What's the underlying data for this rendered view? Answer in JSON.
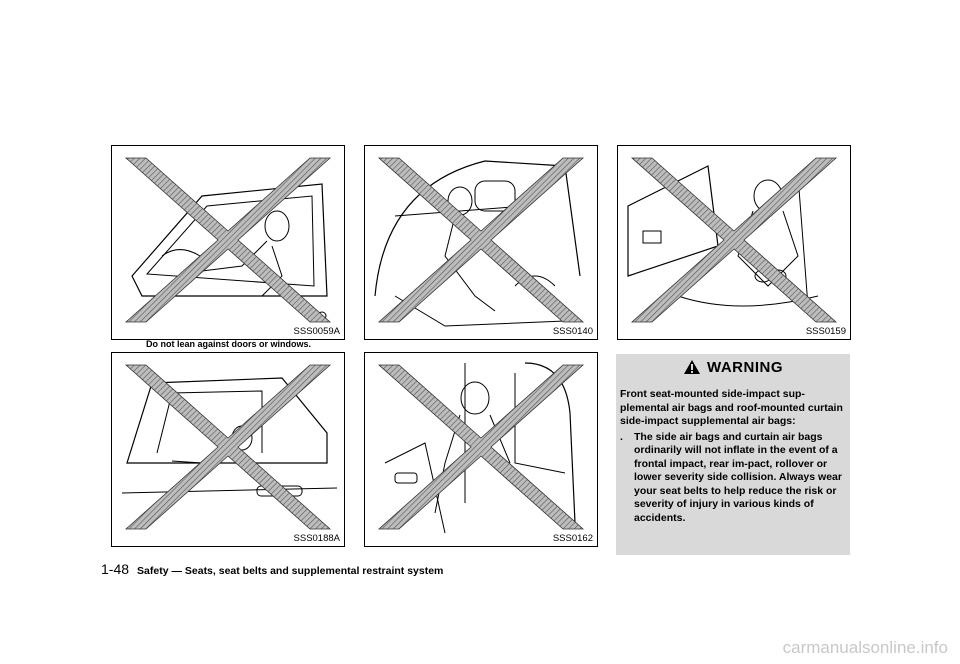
{
  "figures": [
    {
      "code": "SSS0059A",
      "caption": "Do not lean against doors or windows."
    },
    {
      "code": "SSS0140"
    },
    {
      "code": "SSS0159"
    },
    {
      "code": "SSS0188A"
    },
    {
      "code": "SSS0162"
    }
  ],
  "warning": {
    "title": "WARNING",
    "intro": "Front seat-mounted side-impact sup-plemental air bags and roof-mounted curtain side-impact supplemental air bags:",
    "bullet_marker": ".",
    "bullet": "The side air bags and curtain air bags ordinarily will not inflate in the event of a frontal impact, rear im-pact, rollover or lower severity side collision. Always wear your seat belts to help reduce the risk or severity of injury in various kinds of accidents."
  },
  "footer": {
    "page_number": "1-48",
    "section_title": "Safety — Seats, seat belts and supplemental restraint system"
  },
  "watermark": "carmanualsonline.info"
}
